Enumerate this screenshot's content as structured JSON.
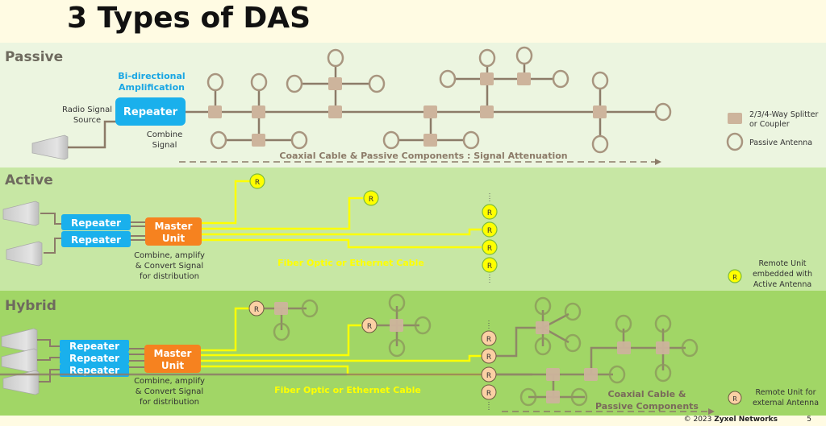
{
  "title": "3 Types of DAS",
  "sections": {
    "passive": {
      "label": "Passive",
      "amp_label_1": "Bi-directional",
      "amp_label_2": "Amplification",
      "source_label_1": "Radio Signal",
      "source_label_2": "Source",
      "repeater": "Repeater",
      "combine_1": "Combine",
      "combine_2": "Signal",
      "cable_label": "Coaxial Cable & Passive Components : Signal Attenuation",
      "legend": {
        "splitter_1": "2/3/4-Way Splitter",
        "splitter_2": "or Coupler",
        "antenna": "Passive Antenna"
      }
    },
    "active": {
      "label": "Active",
      "repeaters": [
        "Repeater",
        "Repeater"
      ],
      "master_1": "Master",
      "master_2": "Unit",
      "desc_1": "Combine, amplify",
      "desc_2": "& Convert Signal",
      "desc_3": "for distribution",
      "cable_label": "Fiber Optic or Ethernet Cable",
      "remote_glyph": "R",
      "legend": {
        "line_1": "Remote Unit",
        "line_2": "embedded with",
        "line_3": "Active Antenna"
      }
    },
    "hybrid": {
      "label": "Hybrid",
      "repeaters": [
        "Repeater",
        "Repeater",
        "Repeater"
      ],
      "master_1": "Master",
      "master_2": "Unit",
      "desc_1": "Combine, amplify",
      "desc_2": "& Convert Signal",
      "desc_3": "for distribution",
      "cable_label": "Fiber Optic or Ethernet Cable",
      "coax_label_1": "Coaxial Cable &",
      "coax_label_2": "Passive Components",
      "remote_glyph": "R",
      "legend": {
        "line_1": "Remote Unit for",
        "line_2": "external Antenna"
      }
    }
  },
  "colors": {
    "repeater": "#1ab0ec",
    "master": "#f6821f",
    "fiber": "#ffff00",
    "coax": "#8c7b68",
    "splitter": "#cdb49c",
    "remote_active": "#ffff00",
    "remote_hybrid": "#fbd0a4",
    "amp_text": "#1aa6e4"
  },
  "footer": {
    "copyright_prefix": "© 2023 ",
    "company": "Zyxel Networks",
    "page": "5"
  }
}
